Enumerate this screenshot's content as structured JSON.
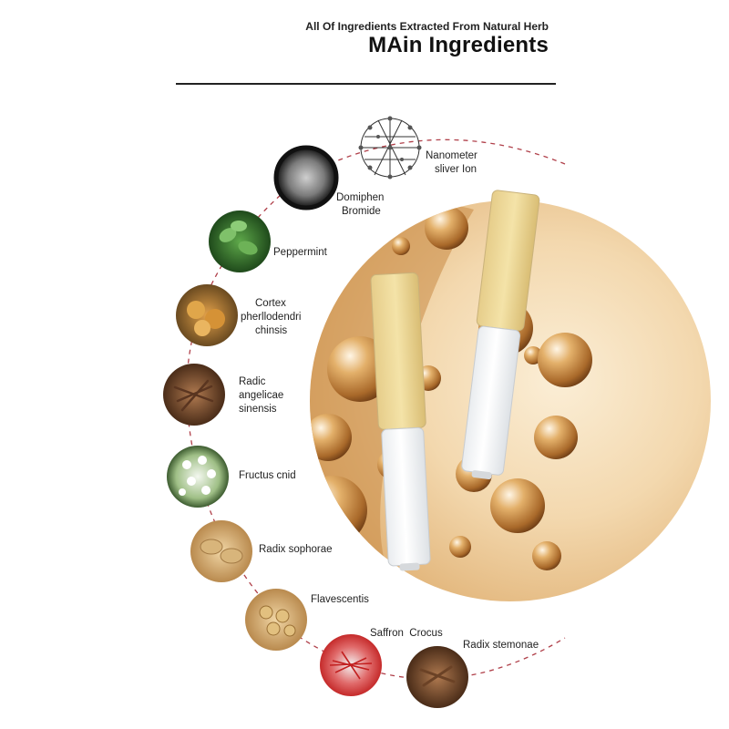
{
  "header": {
    "subtitle": "All Of Ingredients Extracted From Natural Herb",
    "title": "MAin Ingredients"
  },
  "ingredients": [
    {
      "lines": [
        "Nanometer",
        "sliver Ion"
      ],
      "icon": "molecule-icon"
    },
    {
      "lines": [
        "Domiphen",
        "Bromide"
      ],
      "icon": "powder-icon"
    },
    {
      "lines": [
        "Peppermint"
      ],
      "icon": "mint-leaf-icon"
    },
    {
      "lines": [
        "Cortex",
        "pherllodendri",
        "chinsis"
      ],
      "icon": "fruit-icon"
    },
    {
      "lines": [
        "Radic",
        "angelicae",
        "sinensis"
      ],
      "icon": "root-icon"
    },
    {
      "lines": [
        "Fructus cnid"
      ],
      "icon": "flower-icon"
    },
    {
      "lines": [
        "Radix sophorae"
      ],
      "icon": "root-slice-icon"
    },
    {
      "lines": [
        "Flavescentis"
      ],
      "icon": "herb-slices-icon"
    },
    {
      "lines": [
        "Saffron",
        "Crocus"
      ],
      "icon": "saffron-icon"
    },
    {
      "lines": [
        "Radix stemonae"
      ],
      "icon": "dried-root-icon"
    }
  ],
  "colors": {
    "dashed_arc": "#b0404a",
    "accent_gold": "#c89550",
    "text": "#222222"
  }
}
